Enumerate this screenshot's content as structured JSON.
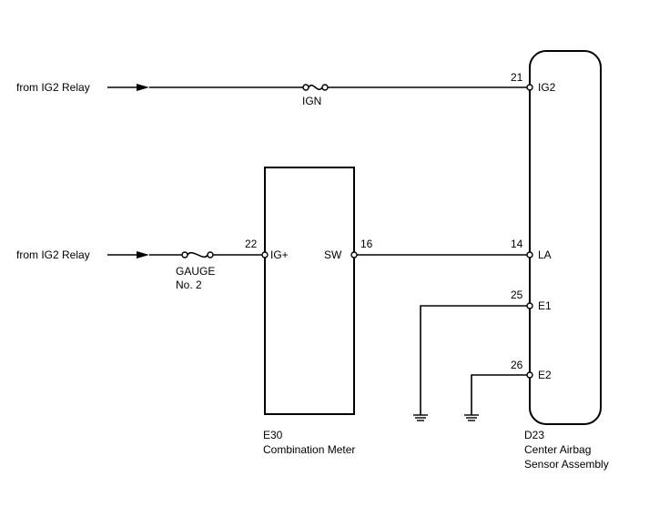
{
  "source_labels": {
    "ig2_relay_top": "from IG2 Relay",
    "ig2_relay_bottom": "from IG2 Relay"
  },
  "fuses": {
    "ign": "IGN",
    "gauge_line1": "GAUGE",
    "gauge_line2": "No. 2"
  },
  "combination_meter": {
    "code": "E30",
    "name": "Combination Meter",
    "pin_igplus_num": "22",
    "pin_igplus_name": "IG+",
    "pin_sw_num": "16",
    "pin_sw_name": "SW"
  },
  "airbag_sensor": {
    "code": "D23",
    "name_line1": "Center Airbag",
    "name_line2": "Sensor Assembly",
    "pin_ig2_num": "21",
    "pin_ig2_name": "IG2",
    "pin_la_num": "14",
    "pin_la_name": "LA",
    "pin_e1_num": "25",
    "pin_e1_name": "E1",
    "pin_e2_num": "26",
    "pin_e2_name": "E2"
  }
}
